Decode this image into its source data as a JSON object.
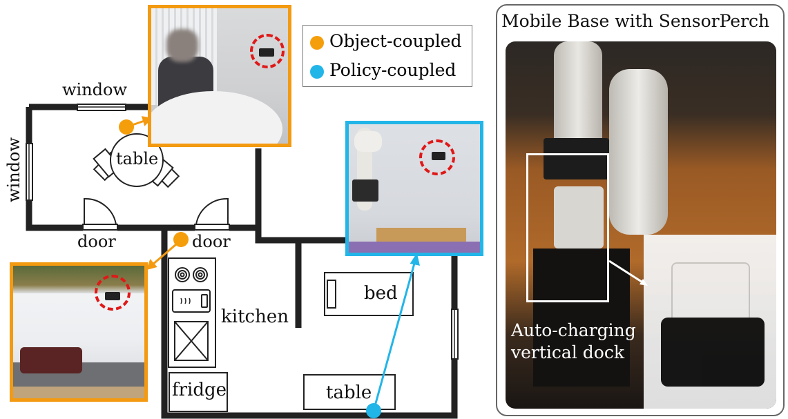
{
  "floorplan": {
    "labels": {
      "window_top": "window",
      "window_left": "window",
      "table_dining": "table",
      "door_left": "door",
      "door_right": "door",
      "kitchen": "kitchen",
      "fridge": "fridge",
      "bed": "bed",
      "table_bedroom": "table"
    }
  },
  "legend": {
    "items": [
      {
        "label": "Object-coupled",
        "color": "#f59e0b"
      },
      {
        "label": "Policy-coupled",
        "color": "#22b5e8"
      }
    ]
  },
  "right_panel": {
    "title": "Mobile Base with SensorPerch",
    "caption_line1": "Auto-charging",
    "caption_line2": "vertical dock"
  },
  "colors": {
    "object_coupled": "#f59e0b",
    "policy_coupled": "#22b5e8",
    "target_ring": "#e01818",
    "wall": "#222222"
  }
}
